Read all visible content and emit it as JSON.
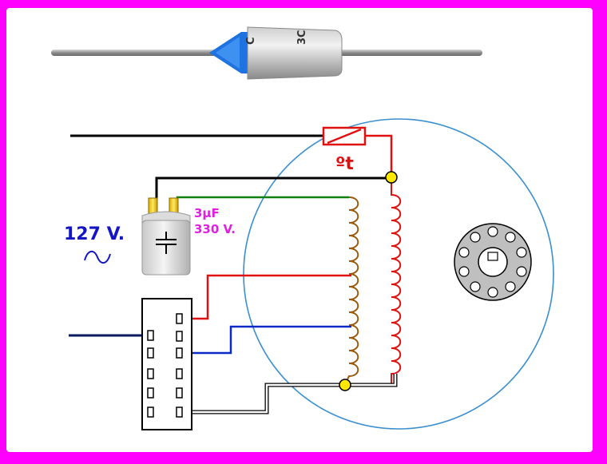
{
  "labels": {
    "thermal_symbol": "ºt",
    "capacitor_value": "3µF",
    "capacitor_voltage": "330 V.",
    "supply_voltage": "127 V."
  },
  "fuse_markings": {
    "line1": "C",
    "line2": "3C"
  },
  "colors": {
    "border": "#ff00ff",
    "background": "#ffffff",
    "stator_circle": "#3a8fd0",
    "black_wire": "#000000",
    "red_wire": "#e01010",
    "green_wire": "#108010",
    "blue_wire": "#0a2ac8",
    "navy_wire": "#0a1a60",
    "brown_coil": "#9a5a10",
    "red_coil": "#e01010",
    "junction": "#ffe800",
    "voltage_text": "#1515c8",
    "capacitor_text": "#e020e0",
    "thermal_text": "#e01010"
  }
}
